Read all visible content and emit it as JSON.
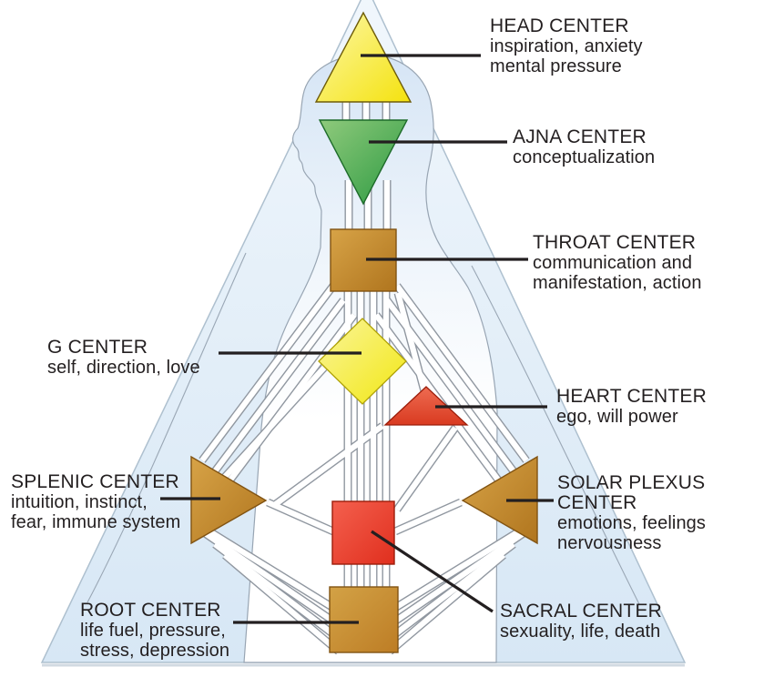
{
  "diagram_title": "body-graph-centers-diagram",
  "palette": {
    "background": "#ffffff",
    "triangle_fill": "#e3eef9",
    "body_fill": "#ffffff",
    "head_tint": "#d9e7f6",
    "channel_fill": "#ffffff",
    "channel_outline": "#9097a0",
    "pointer_color": "#231f20",
    "text_color": "#231f20",
    "yellow": "#f6e51a",
    "green": "#2f9b44",
    "brown": "#bd7d25",
    "red": "#dd3f24"
  },
  "centers": {
    "head": {
      "title": "HEAD CENTER",
      "desc": [
        "inspiration, anxiety",
        "mental pressure"
      ],
      "shape": "triangle-up",
      "color": "#f6e51a"
    },
    "ajna": {
      "title": "AJNA CENTER",
      "desc": [
        "conceptualization"
      ],
      "shape": "triangle-down",
      "color": "#2f9b44"
    },
    "throat": {
      "title": "THROAT CENTER",
      "desc": [
        "communication and",
        "manifestation, action"
      ],
      "shape": "square",
      "color": "#bd7d25"
    },
    "g": {
      "title": "G CENTER",
      "desc": [
        "self, direction, love"
      ],
      "shape": "diamond",
      "color": "#f3e813"
    },
    "heart": {
      "title": "HEART CENTER",
      "desc": [
        "ego, will power"
      ],
      "shape": "triangle-up",
      "color": "#dd3f24"
    },
    "splenic": {
      "title": "SPLENIC CENTER",
      "desc": [
        "intuition, instinct,",
        "fear, immune system"
      ],
      "shape": "triangle-right",
      "color": "#bd7d25"
    },
    "solar": {
      "title_lines": [
        "SOLAR PLEXUS",
        "CENTER"
      ],
      "desc": [
        "emotions, feelings",
        "nervousness"
      ],
      "shape": "triangle-left",
      "color": "#bd7d25"
    },
    "sacral": {
      "title": "SACRAL CENTER",
      "desc": [
        "sexuality, life, death"
      ],
      "shape": "square",
      "color": "#e8402c"
    },
    "root": {
      "title": "ROOT CENTER",
      "desc": [
        "life fuel, pressure,",
        "stress, depression"
      ],
      "shape": "square",
      "color": "#c68c35"
    }
  }
}
